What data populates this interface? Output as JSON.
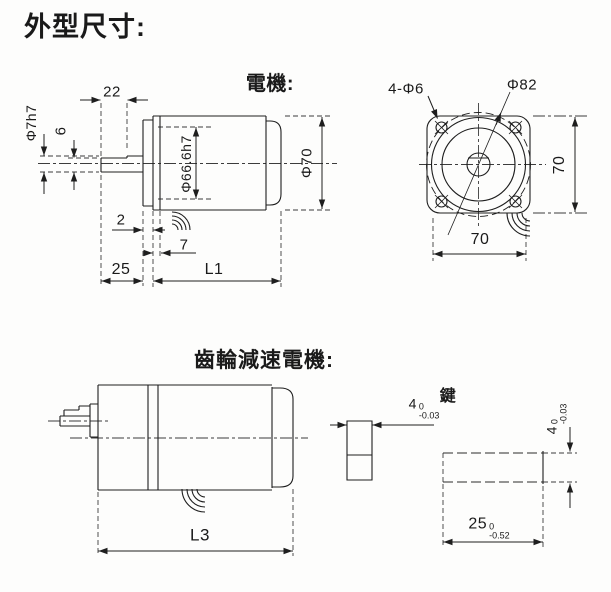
{
  "title": "外型尺寸:",
  "motor_view": {
    "label": "電機:",
    "dim_shaft_len": "22",
    "dim_shaft_dia": "Φ7h7",
    "dim_flat": "6",
    "dim_boss_dia": "Φ66.6h7",
    "dim_body_dia": "Φ70",
    "dim_boss_depth": "2",
    "dim_flange_thk": "7",
    "dim_front_len": "25",
    "dim_body_len": "L1"
  },
  "flange_view": {
    "dim_holes": "4-Φ6",
    "dim_bolt_circle": "Φ82",
    "dim_width": "70",
    "dim_height": "70"
  },
  "gear_view": {
    "label": "齒輪減速電機:",
    "dim_body_len": "L3",
    "key_label": "鍵",
    "key_width": {
      "value": "4",
      "upper": "0",
      "lower": "-0.03"
    },
    "key_height": {
      "value": "4",
      "upper": "0",
      "lower": "-0.03"
    },
    "key_length": {
      "value": "25",
      "upper": "0",
      "lower": "-0.52"
    }
  }
}
